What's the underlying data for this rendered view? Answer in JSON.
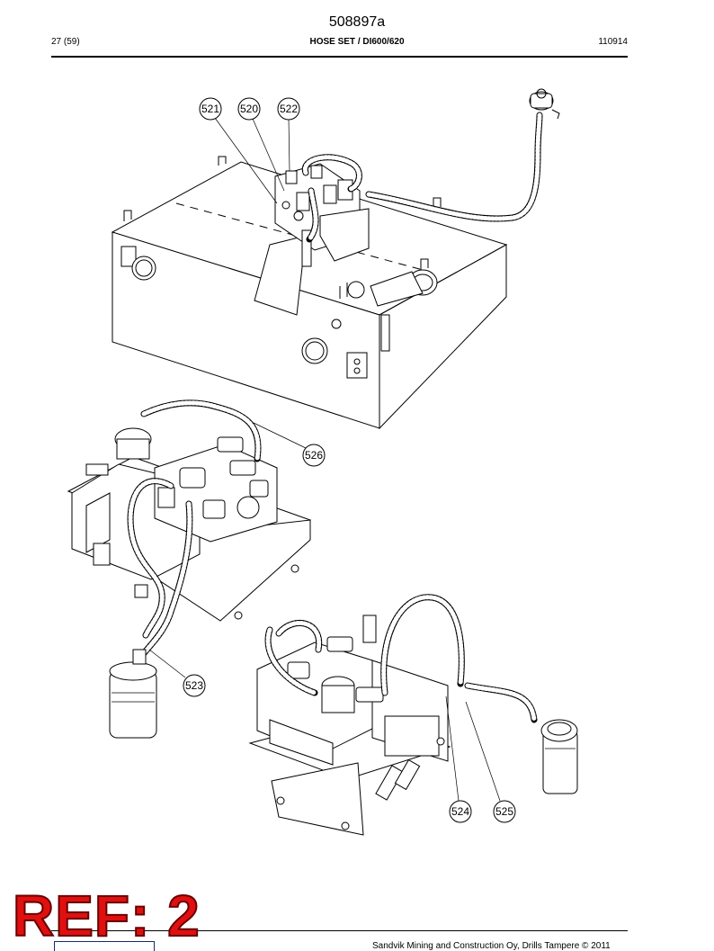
{
  "header": {
    "doc_number": "508897a",
    "page": "27 (59)",
    "title": "HOSE SET / DI600/620",
    "date_code": "110914"
  },
  "callouts": {
    "c521": "521",
    "c520": "520",
    "c522": "522",
    "c526": "526",
    "c523": "523",
    "c524": "524",
    "c525": "525"
  },
  "stamp": "REF: 2",
  "footer": {
    "copyright": "Sandvik Mining and Construction Oy, Drills Tampere © 2011"
  }
}
